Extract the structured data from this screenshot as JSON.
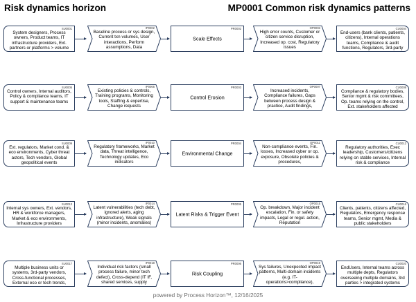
{
  "header": {
    "left_title": "Risk dynamics horizon",
    "right_title": "MP0001 Common risk dynamics patterns"
  },
  "rows": [
    {
      "su": {
        "code": "SU0001",
        "text": "System designers, Process owners, Product teams, IT infrastructure providers, Ext. partners or platforms > volume"
      },
      "ip": {
        "code": "IP0002",
        "text": "Baseline process or sys design, Current txn volumes, User interactions, Perform assumptions, Data"
      },
      "pr": {
        "code": "PR0002",
        "text": "Scale Effects"
      },
      "op": {
        "code": "OP0003",
        "text": "High error counts, Customer or citizen service disruption, Increased op. cost, Regulatory issues"
      },
      "cu": {
        "code": "CU0004",
        "text": "End-users (bank clients, patients, citizens), Internal operations teams, Compliance & audit functions, Regulators, 3rd-party"
      }
    },
    {
      "su": {
        "code": "SU0005",
        "text": "Control owners, Internal auditors, Policy & compliance teams, IT support & maintenance teams"
      },
      "ip": {
        "code": "IP0006",
        "text": "Existing policies & controls, Training programs, Monitoring tools, Staffing & expertise, Change requests"
      },
      "pr": {
        "code": "PR0003",
        "text": "Control Erosion"
      },
      "op": {
        "code": "OP0007",
        "text": "Increased incidents, Compliance failures, Gaps between process design & practice, Audit findings,"
      },
      "cu": {
        "code": "CU0008",
        "text": "Compliance & regulatory bodies, Senior mgmt & risk committees, Op. teams relying on the control, Ext. stakeholders affected"
      }
    },
    {
      "su": {
        "code": "SU0009",
        "text": "Ext. regulators, Market cond. & eco environments, Cyber threat actors, Tech vendors, Global geopolitical events"
      },
      "ip": {
        "code": "IP0010",
        "text": "Regulatory frameworks, Market data, Threat intelligence, Technology updates, Eco indicators"
      },
      "pr": {
        "code": "PR0004",
        "text": "Environmental Change"
      },
      "op": {
        "code": "OP0011",
        "text": "Non-compliance events, Fin. losses, Increased cyber or op. exposure, Obsolete policies & procedures,"
      },
      "cu": {
        "code": "CU0012",
        "text": "Regulatory authorities, Exec leadership, Customers/citizens relying on stable services, Internal risk & compliance"
      }
    },
    {
      "su": {
        "code": "SU0013",
        "text": "Internal sys owners, Ext. vendors, HR & workforce managers, Market & eco environments, Infrastructure providers"
      },
      "ip": {
        "code": "IP0014",
        "text": "Latent vulnerabilities (tech debt, ignored alerts, aging infrastructure), Weak signals (minor incidents, anomalies)"
      },
      "pr": {
        "code": "PR0005",
        "text": "Latent Risks & Trigger Event"
      },
      "op": {
        "code": "OP0015",
        "text": "Op. breakdown, Major incident escalation, Fin. or safety impacts, Legal or regul. action, Reputation"
      },
      "cu": {
        "code": "CU0016",
        "text": "Clients, patients, citizens affected, Regulators, Emergency response teams, Senior mgmt, Media & public stakeholders"
      }
    },
    {
      "su": {
        "code": "SU0017",
        "text": "Multiple business units or systems, 3rd-party vendors, Cross-functional processes, External eco or tech trends,"
      },
      "ip": {
        "code": "IP0018",
        "text": "Individual risk factors (small process failure, minor tech defect), Cross-depend (IT IF, shared services, supply"
      },
      "pr": {
        "code": "PR0006",
        "text": "Risk Coupling"
      },
      "op": {
        "code": "OP0019",
        "text": "Sys failures, Unexpected impact patterns, Multi-domain incidents (e.g. IT-operations>compliance),"
      },
      "cu": {
        "code": "CU0020",
        "text": "EndUsers, Internal teams across multiple depts, Regulators overseeing multiple domains, 3rd parties > integrated systems"
      }
    }
  ],
  "footer": "powered by Process Horizon™, 12/16/2025",
  "colors": {
    "border": "#2a3d5e",
    "footer_text": "#6b6b6b"
  }
}
